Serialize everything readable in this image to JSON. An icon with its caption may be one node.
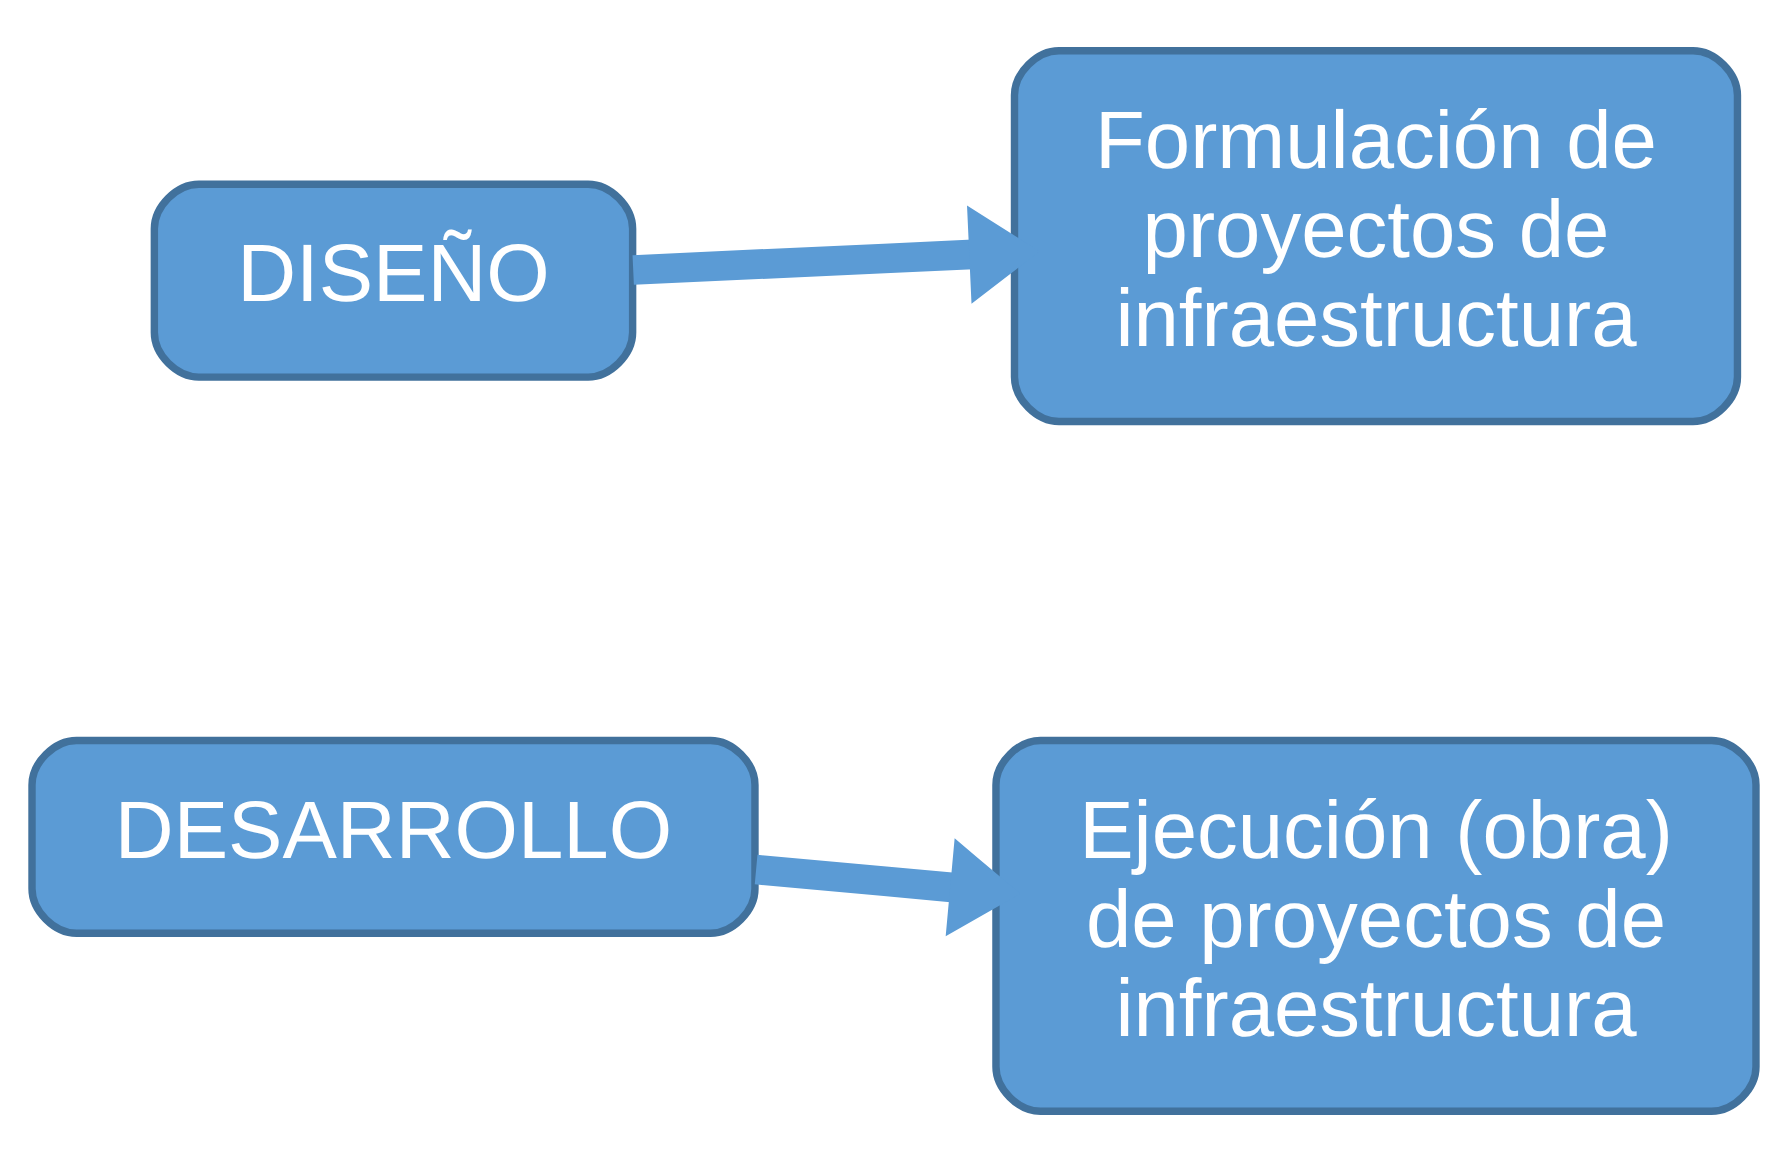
{
  "diagram": {
    "nodes": [
      {
        "text": [
          "DISEÑO"
        ]
      },
      {
        "text": [
          "Formulación de proyectos de infraestructura"
        ]
      },
      {
        "text": [
          "DESARROLLO"
        ]
      },
      {
        "text": [
          "Ejecución (obra) de proyectos de infraestructura"
        ]
      }
    ],
    "edges": [
      {
        "from": 0,
        "to": 1,
        "arrow": "to"
      },
      {
        "from": 2,
        "to": 3,
        "arrow": "to"
      }
    ]
  }
}
